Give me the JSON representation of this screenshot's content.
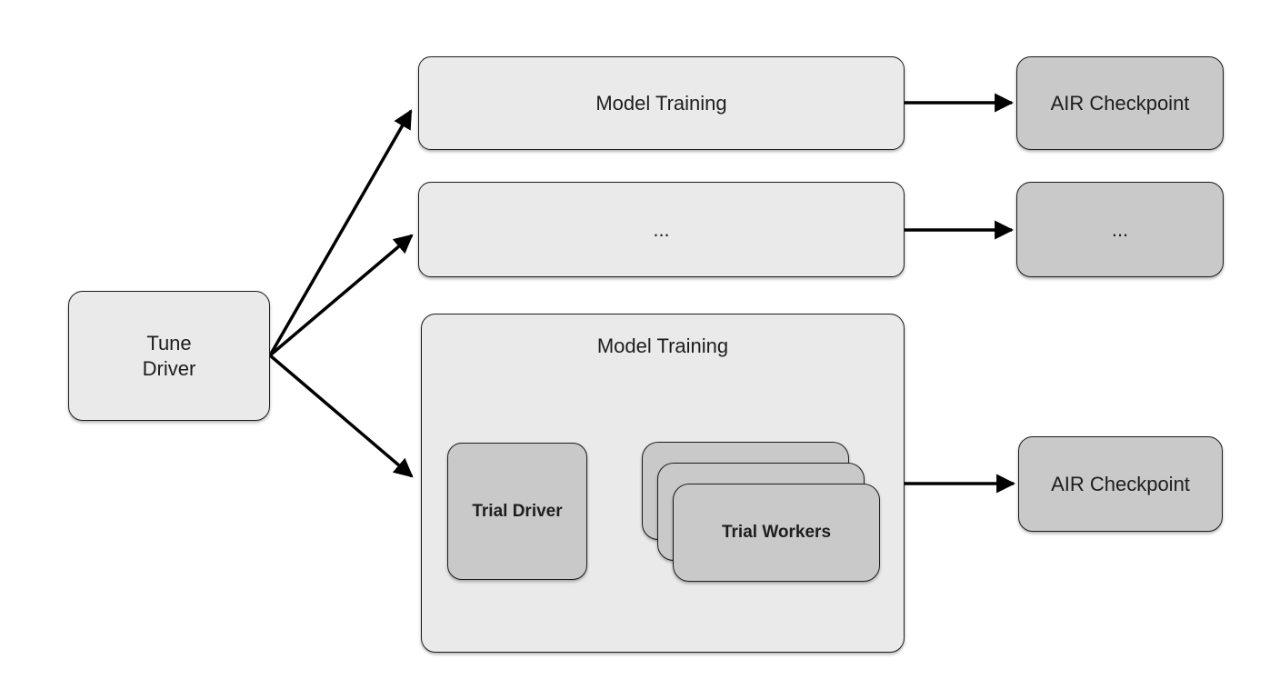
{
  "diagram": {
    "palette": {
      "background": "#ffffff",
      "light_fill": "#eaeaea",
      "dark_fill": "#c9c9c9",
      "border": "#1c1c1c",
      "arrow": "#000000",
      "text": "#1d1d1d"
    },
    "nodes": {
      "tune_driver": {
        "label": "Tune\nDriver"
      },
      "model_training_top": {
        "label": "Model Training"
      },
      "air_checkpoint_top": {
        "label": "AIR Checkpoint"
      },
      "trial_row_ellipsis": {
        "label": "..."
      },
      "checkpoint_ellipsis": {
        "label": "..."
      },
      "model_training_group": {
        "label": "Model Training"
      },
      "trial_driver": {
        "label": "Trial Driver"
      },
      "trial_workers": {
        "label": "Trial Workers"
      },
      "air_checkpoint_bottom": {
        "label": "AIR Checkpoint"
      }
    },
    "edges": [
      {
        "from": "tune_driver",
        "to": "model_training_top"
      },
      {
        "from": "tune_driver",
        "to": "trial_row_ellipsis"
      },
      {
        "from": "tune_driver",
        "to": "model_training_group"
      },
      {
        "from": "model_training_top",
        "to": "air_checkpoint_top"
      },
      {
        "from": "trial_row_ellipsis",
        "to": "checkpoint_ellipsis"
      },
      {
        "from": "model_training_group",
        "to": "air_checkpoint_bottom"
      },
      {
        "from": "trial_driver",
        "to": "trial_workers"
      }
    ]
  }
}
